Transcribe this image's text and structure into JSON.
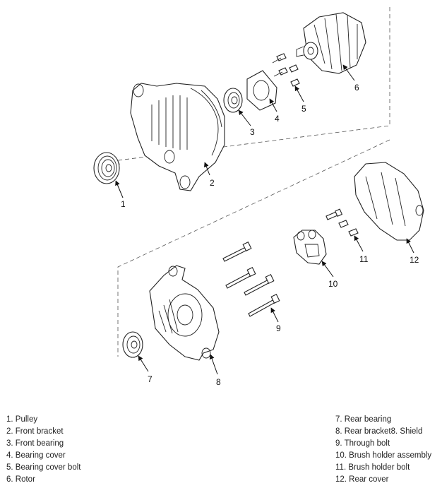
{
  "callouts": [
    "1",
    "2",
    "3",
    "4",
    "5",
    "6",
    "7",
    "8",
    "9",
    "10",
    "11",
    "12"
  ],
  "legend_left": [
    "1. Pulley",
    "2. Front bracket",
    "3. Front bearing",
    "4. Bearing cover",
    "5. Bearing cover bolt",
    "6. Rotor"
  ],
  "legend_right": [
    "7. Rear bearing",
    "8. Rear bracket8. Shield",
    "9. Through bolt",
    "10. Brush holder assembly",
    "11. Brush holder bolt",
    "12. Rear cover"
  ]
}
